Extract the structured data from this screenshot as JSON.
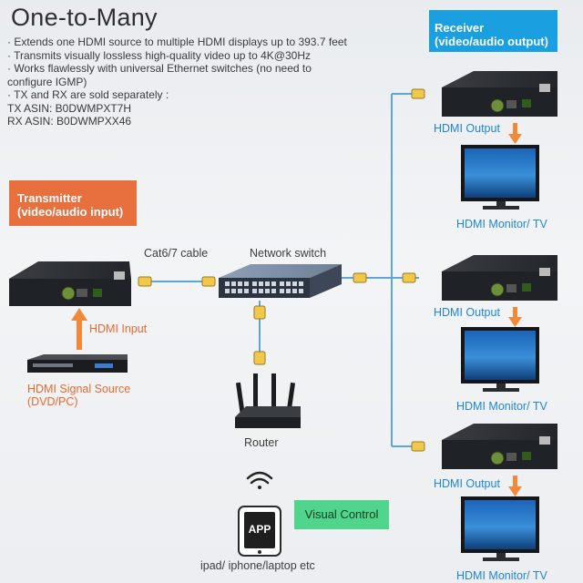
{
  "title": "One-to-Many",
  "features": [
    "· Extends one HDMI source to multiple HDMI displays up to 393.7 feet",
    "· Transmits visually lossless high-quality video up to 4K@30Hz",
    "· Works flawlessly with universal Ethernet switches (no need to",
    "configure IGMP)",
    "· TX and RX are sold separately :",
    "  TX ASIN: B0DWMPXT7H",
    "  RX ASIN: B0DWMPXX46"
  ],
  "transmitter": {
    "line1": "Transmitter",
    "line2": "(video/audio input)"
  },
  "receiver": {
    "line1": "Receiver",
    "line2": "(video/audio output)"
  },
  "labels": {
    "hdmi_input": "HDMI Input",
    "source_line1": "HDMI Signal Source",
    "source_line2": "(DVD/PC)",
    "cable": "Cat6/7 cable",
    "switch": "Network switch",
    "router": "Router",
    "hdmi_output": "HDMI Output",
    "monitor": "HDMI Monitor/ TV",
    "app": "APP",
    "devices": "ipad/ iphone/laptop etc",
    "visual_control": "Visual Control"
  },
  "colors": {
    "orange": "#e8703e",
    "receiver_blue": "#1aa0e0",
    "label_blue": "#1f86d1",
    "cable_blue": "#5aa7dc",
    "visual_green": "#4fd68c",
    "arrow_orange": "#f08a3a"
  }
}
